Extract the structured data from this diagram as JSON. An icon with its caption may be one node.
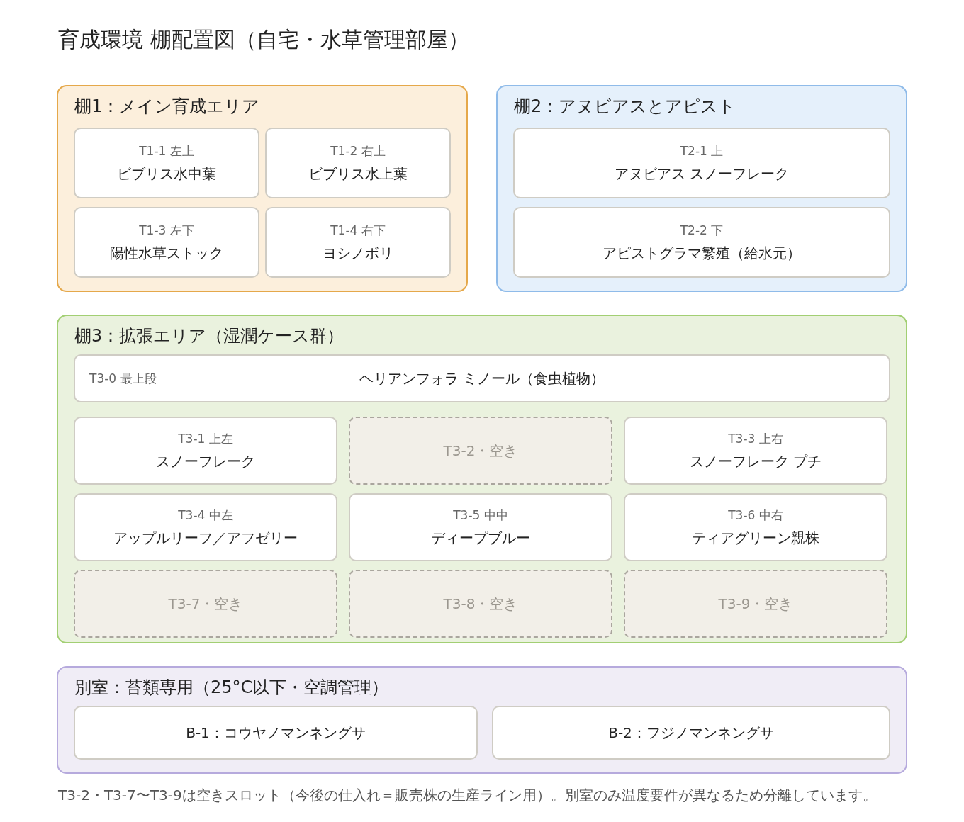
{
  "diagram": {
    "title": "育成環境 棚配置図（自宅・水草管理部屋）",
    "nodes": [
      {
        "text": [
          "棚1：メイン育成エリア"
        ]
      },
      {
        "text": [
          "T1-1 左上",
          "ビブリス水中葉"
        ],
        "in": 0
      },
      {
        "text": [
          "T1-2 右上",
          "ビブリス水上葉"
        ],
        "in": 0
      },
      {
        "text": [
          "T1-3 左下",
          "陽性水草ストック"
        ],
        "in": 0
      },
      {
        "text": [
          "T1-4 右下",
          "ヨシノボリ"
        ],
        "in": 0
      },
      {
        "text": [
          "棚2：アヌビアスとアピスト"
        ]
      },
      {
        "text": [
          "T2-1 上",
          "アヌビアス スノーフレーク"
        ],
        "in": 5
      },
      {
        "text": [
          "T2-2 下",
          "アピストグラマ繁殖（給水元）"
        ],
        "in": 5
      },
      {
        "text": [
          "棚3：拡張エリア（湿潤ケース群）"
        ]
      },
      {
        "text": [
          "T3-0 最上段",
          "ヘリアンフォラ ミノール（食虫植物）"
        ],
        "in": 8
      },
      {
        "text": [
          "T3-1 上左",
          "スノーフレーク"
        ],
        "in": 8
      },
      {
        "text": [
          "T3-2・空き"
        ],
        "in": 8
      },
      {
        "text": [
          "T3-3 上右",
          "スノーフレーク プチ"
        ],
        "in": 8
      },
      {
        "text": [
          "T3-4 中左",
          "アップルリーフ／アフゼリー"
        ],
        "in": 8
      },
      {
        "text": [
          "T3-5 中中",
          "ディープブルー"
        ],
        "in": 8
      },
      {
        "text": [
          "T3-6 中右",
          "ティアグリーン親株"
        ],
        "in": 8
      },
      {
        "text": [
          "T3-7・空き"
        ],
        "in": 8
      },
      {
        "text": [
          "T3-8・空き"
        ],
        "in": 8
      },
      {
        "text": [
          "T3-9・空き"
        ],
        "in": 8
      },
      {
        "text": [
          "別室：苔類専用（25°C以下・空調管理）"
        ]
      },
      {
        "text": [
          "B-1：コウヤノマンネングサ"
        ],
        "in": 19
      },
      {
        "text": [
          "B-2：フジノマンネングサ"
        ],
        "in": 19
      }
    ],
    "caption": "T3-2・T3-7〜T3-9は空きスロット（今後の仕入れ＝販売株の生産ライン用）。別室のみ温度要件が異なるため分離しています。"
  }
}
